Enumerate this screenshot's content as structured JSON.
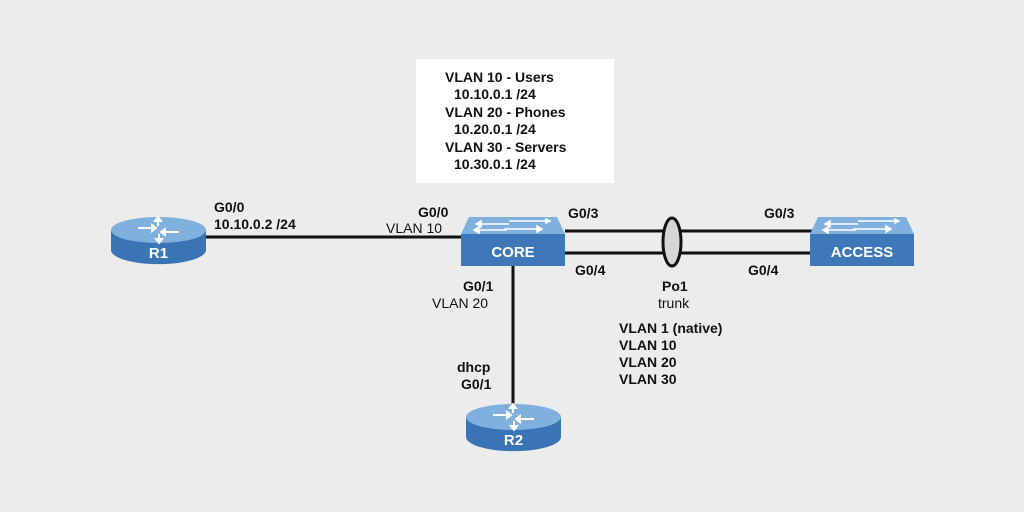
{
  "colors": {
    "background": "#ececec",
    "device_blue": "#3f78b8",
    "device_top": "#7eb1e0",
    "link": "#111111",
    "infobox": "#ffffff"
  },
  "vlan_info": {
    "lines": [
      {
        "text": "VLAN 10 - Users",
        "indent": false
      },
      {
        "text": "10.10.0.1 /24",
        "indent": true
      },
      {
        "text": "VLAN 20 - Phones",
        "indent": false
      },
      {
        "text": "10.20.0.1 /24",
        "indent": true
      },
      {
        "text": "VLAN 30 - Servers",
        "indent": false
      },
      {
        "text": "10.30.0.1 /24",
        "indent": true
      }
    ]
  },
  "devices": {
    "r1": {
      "label": "R1",
      "type": "router-icon"
    },
    "r2": {
      "label": "R2",
      "type": "router-icon"
    },
    "core": {
      "label": "CORE",
      "type": "switch-icon"
    },
    "access": {
      "label": "ACCESS",
      "type": "switch-icon"
    }
  },
  "labels": {
    "r1_if": "G0/0",
    "r1_ip": "10.10.0.2 /24",
    "core_g00": "G0/0",
    "core_g00_vlan": "VLAN 10",
    "core_g03": "G0/3",
    "core_g04": "G0/4",
    "core_g01": "G0/1",
    "core_g01_vlan": "VLAN 20",
    "access_g03": "G0/3",
    "access_g04": "G0/4",
    "po_name": "Po1",
    "po_mode": "trunk",
    "r2_addr": "dhcp",
    "r2_if": "G0/1"
  },
  "trunk_vlans": [
    "VLAN 1 (native)",
    "VLAN 10",
    "VLAN 20",
    "VLAN 30"
  ]
}
